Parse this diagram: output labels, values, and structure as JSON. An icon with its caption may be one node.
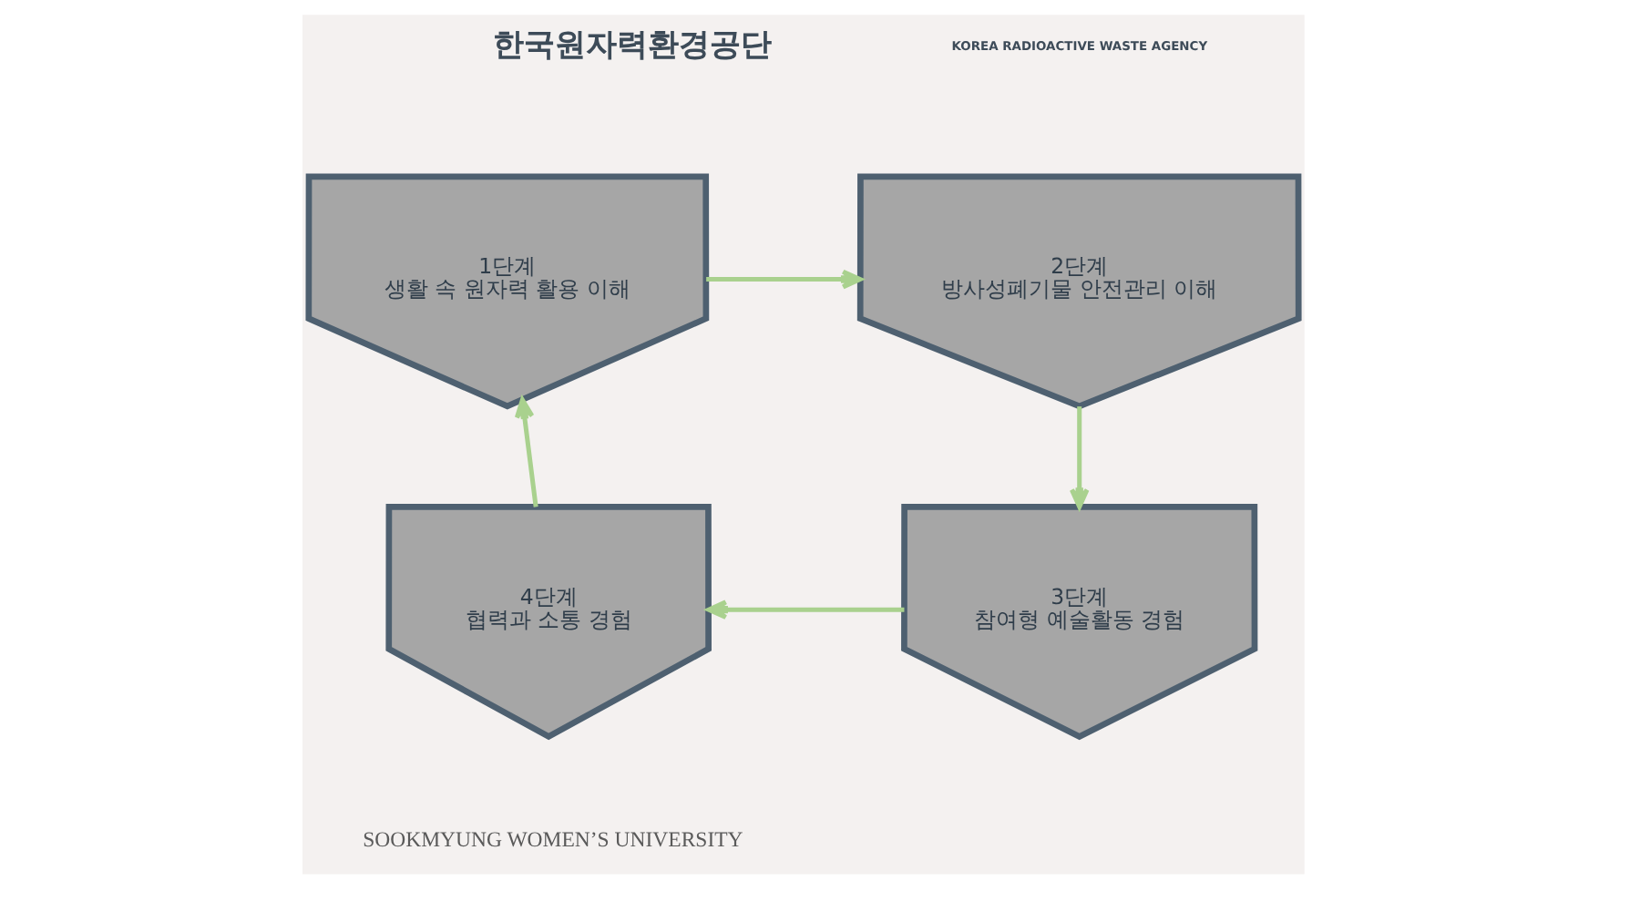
{
  "diagram": {
    "nodes": [
      {
        "text": [
          "1단계",
          "생활 속 원자력 활용 이해"
        ]
      },
      {
        "text": [
          "2단계",
          "방사성폐기물 안전관리 이해"
        ]
      },
      {
        "text": [
          "4단계",
          "협력과 소통 경험"
        ]
      },
      {
        "text": [
          "3단계",
          "참여형 예술활동 경험"
        ]
      }
    ],
    "edges": [
      {
        "from": 0,
        "to": 1,
        "arrow": "to"
      },
      {
        "from": 1,
        "to": 3,
        "arrow": "to"
      },
      {
        "from": 3,
        "to": 2,
        "arrow": "to"
      },
      {
        "from": 2,
        "to": 0,
        "arrow": "to"
      }
    ],
    "labels": [
      "한국원자력환경공단",
      "KOREA RADIOACTIVE WASTE AGENCY",
      "SOOKMYUNG WOMEN’S UNIVERSITY"
    ]
  }
}
